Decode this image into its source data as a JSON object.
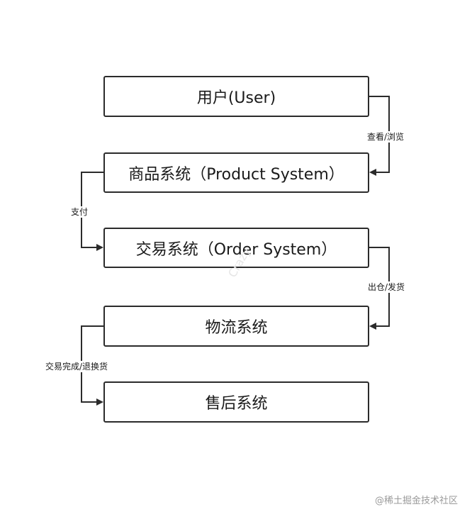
{
  "nodes": {
    "user": "用户(User)",
    "product": "商品系统（Product System）",
    "order": "交易系统（Order System）",
    "logistics": "物流系统",
    "aftersale": "售后系统"
  },
  "edges": {
    "user_to_product": "查看/浏览",
    "product_to_order": "支付",
    "order_to_logistics": "出仓/发货",
    "logistics_to_aftersale": "交易完成/退换货"
  },
  "watermark": "Crazy",
  "footer": {
    "credit": "@稀土掘金技术社区"
  },
  "colors": {
    "stroke": "#2b2b2b",
    "text": "#1a1a1a",
    "credit": "#9a9a9a"
  }
}
